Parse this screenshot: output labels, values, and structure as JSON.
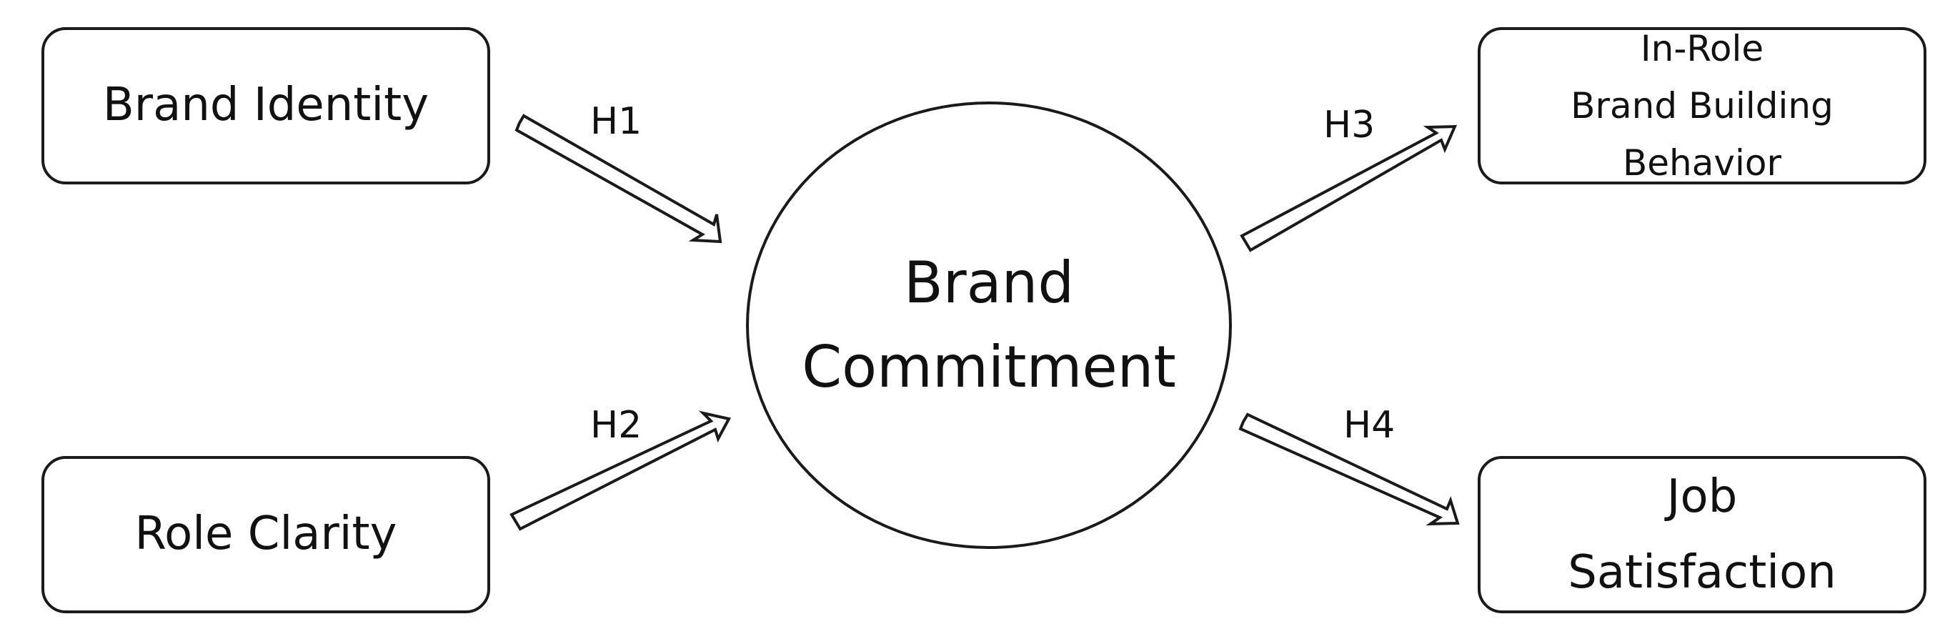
{
  "nodes": {
    "brand_identity": "Brand Identity",
    "role_clarity": "Role Clarity",
    "brand_commitment": "Brand\nCommitment",
    "in_role": "In-Role\nBrand Building\nBehavior",
    "job_satisfaction": "Job\nSatisfaction"
  },
  "hypotheses": {
    "h1": "H1",
    "h2": "H2",
    "h3": "H3",
    "h4": "H4"
  },
  "edges": [
    {
      "from": "brand_identity",
      "to": "brand_commitment",
      "label": "H1"
    },
    {
      "from": "role_clarity",
      "to": "brand_commitment",
      "label": "H2"
    },
    {
      "from": "brand_commitment",
      "to": "in_role",
      "label": "H3"
    },
    {
      "from": "brand_commitment",
      "to": "job_satisfaction",
      "label": "H4"
    }
  ],
  "colors": {
    "stroke": "#1a1a1a",
    "background": "#ffffff"
  }
}
